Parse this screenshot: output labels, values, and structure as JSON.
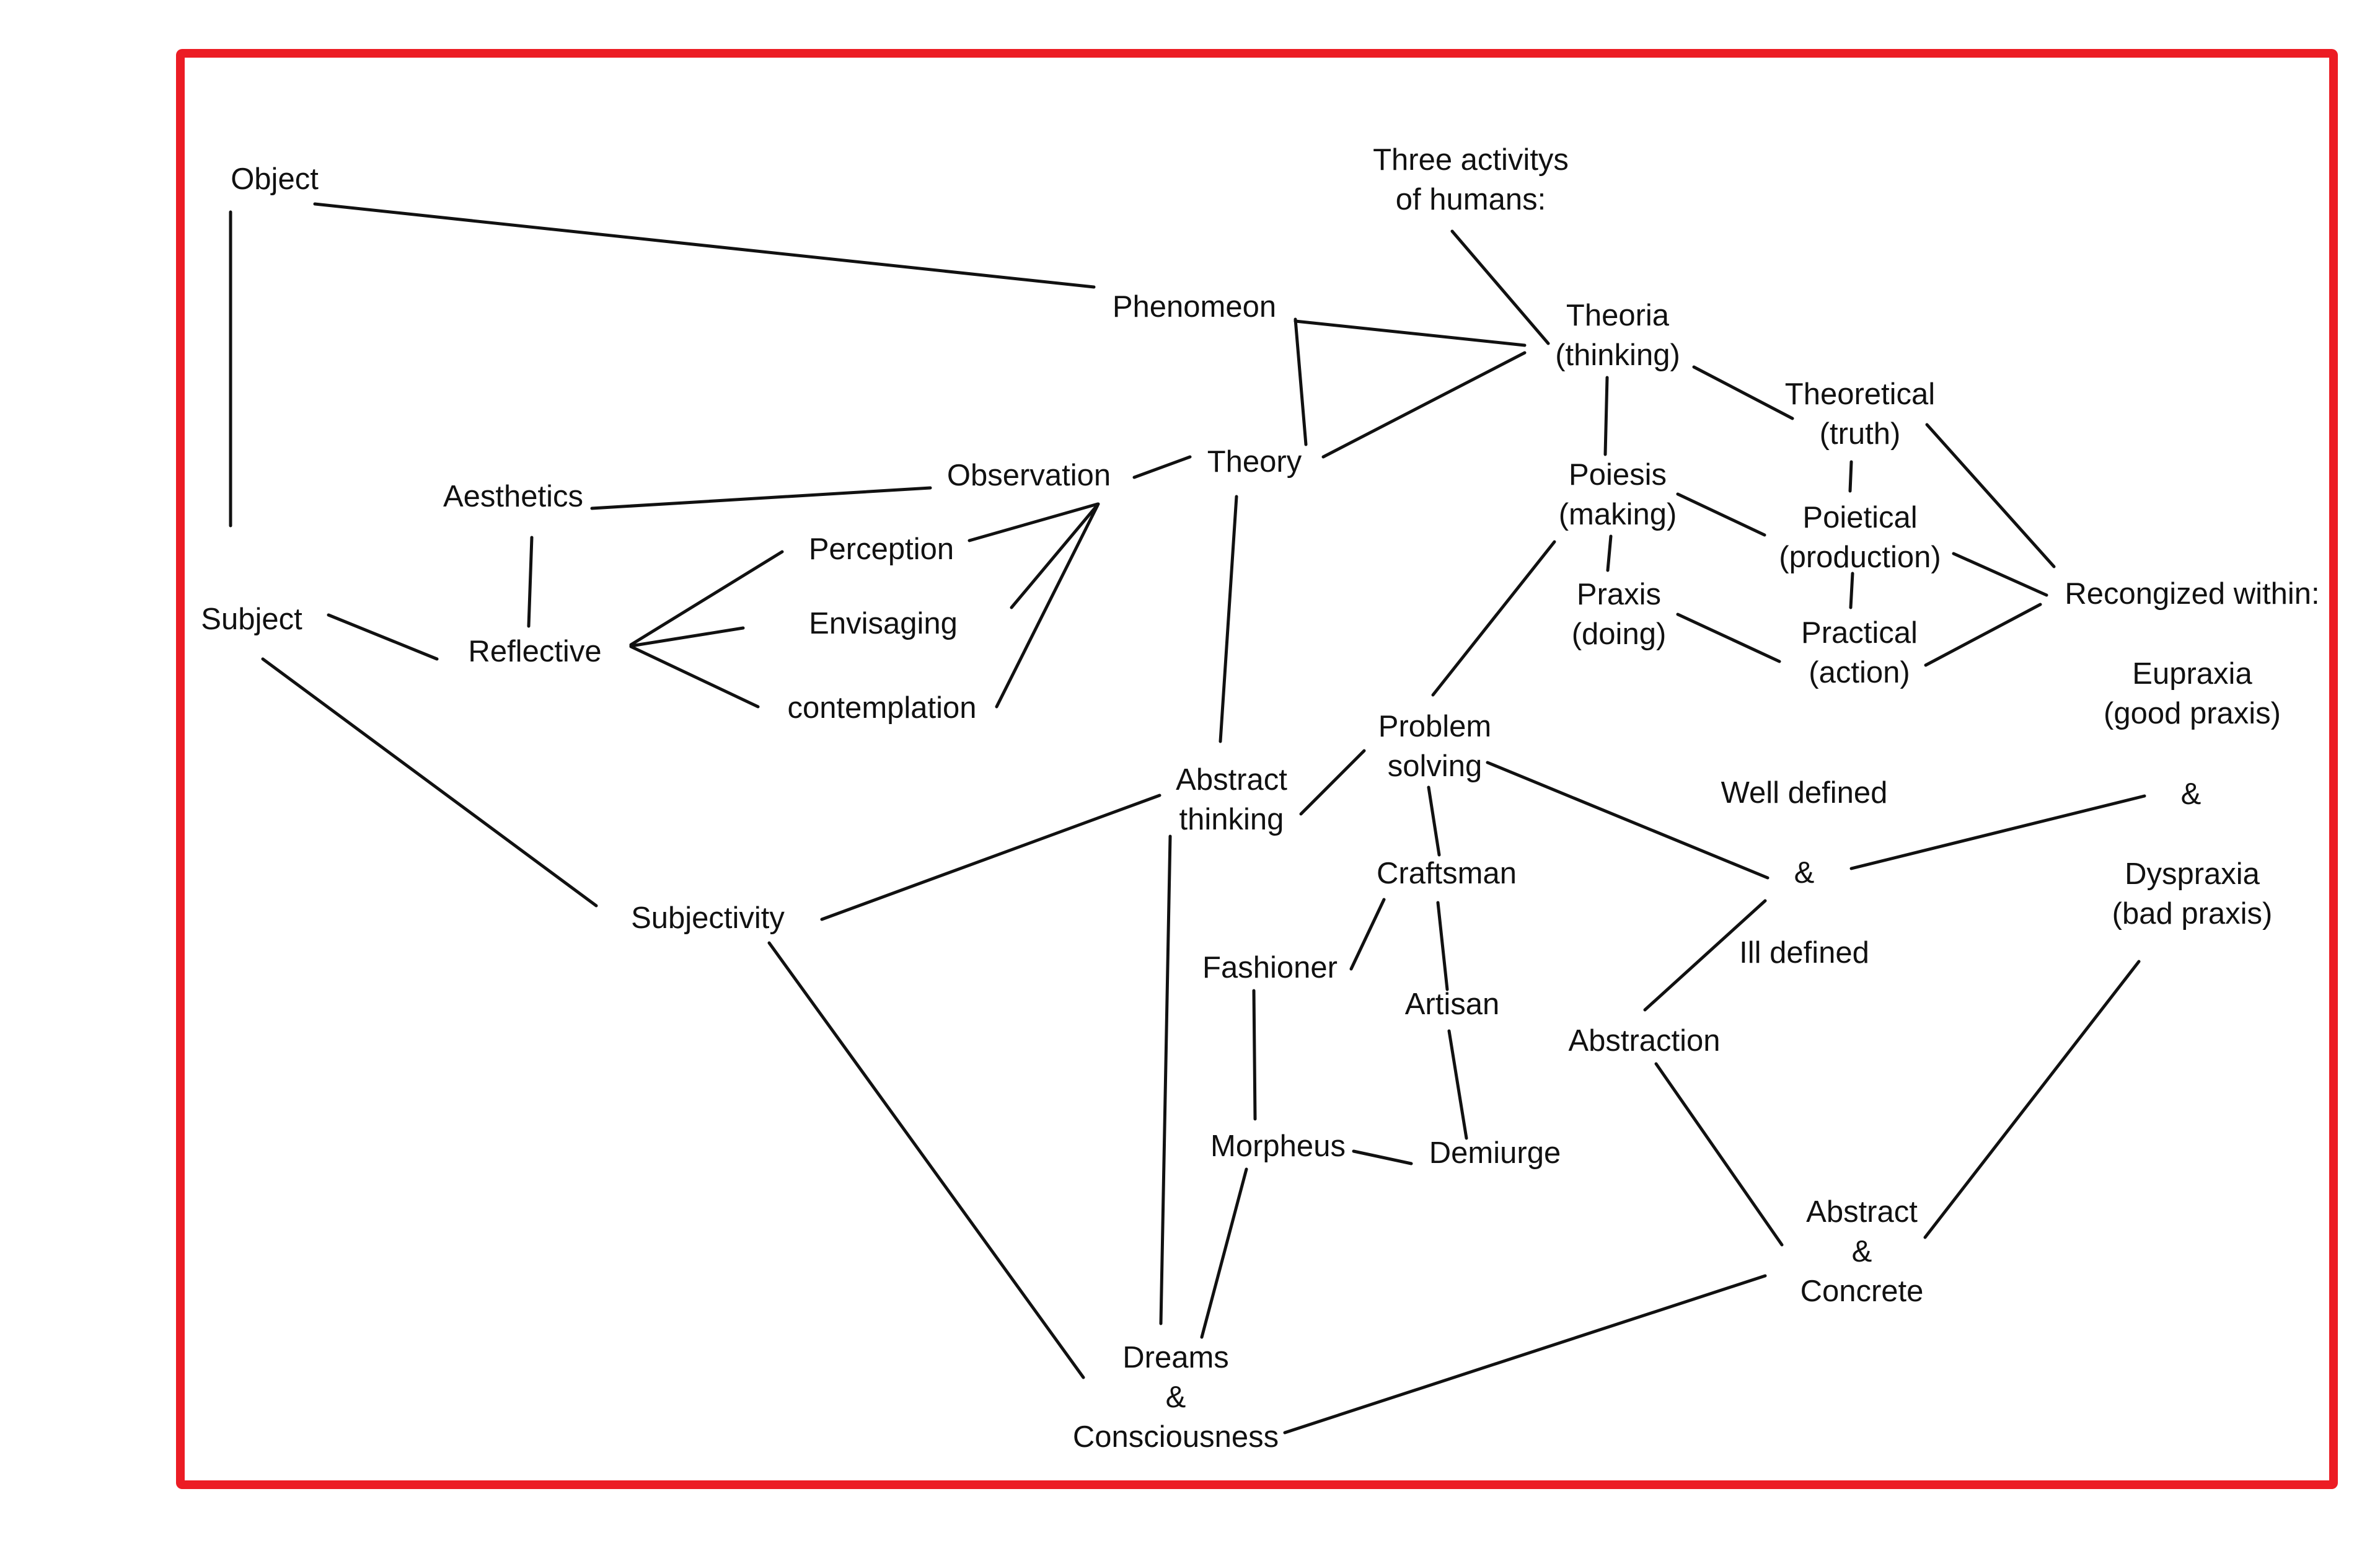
{
  "colors": {
    "frame": "#ec1c24",
    "ink": "#111111",
    "background": "#ffffff"
  },
  "nodes": {
    "object": [
      "Object"
    ],
    "phenomeon": [
      "Phenomeon"
    ],
    "three": [
      "Three activitys",
      "of humans:"
    ],
    "theoria": [
      "Theoria",
      "(thinking)"
    ],
    "theoretical": [
      "Theoretical",
      "(truth)"
    ],
    "theory": [
      "Theory"
    ],
    "observation": [
      "Observation"
    ],
    "aesthetics": [
      "Aesthetics"
    ],
    "subject": [
      "Subject"
    ],
    "reflective": [
      "Reflective"
    ],
    "perception": [
      "Perception"
    ],
    "envisaging": [
      "Envisaging"
    ],
    "contemplation": [
      "contemplation"
    ],
    "poiesis": [
      "Poiesis",
      "(making)"
    ],
    "poietical": [
      "Poietical",
      "(production)"
    ],
    "praxis": [
      "Praxis",
      "(doing)"
    ],
    "practical": [
      "Practical",
      "(action)"
    ],
    "recognized": [
      "Recongized within:"
    ],
    "eupraxia": [
      "Eupraxia",
      "(good praxis)"
    ],
    "problem": [
      "Problem",
      "solving"
    ],
    "abstract_thinking": [
      "Abstract",
      "thinking"
    ],
    "well_defined": [
      "Well defined"
    ],
    "amp_mid": [
      "&"
    ],
    "amp_right": [
      "&"
    ],
    "ill_defined": [
      "Ill defined"
    ],
    "dyspraxia": [
      "Dyspraxia",
      "(bad praxis)"
    ],
    "craftsman": [
      "Craftsman"
    ],
    "fashioner": [
      "Fashioner"
    ],
    "artisan": [
      "Artisan"
    ],
    "subjectivity": [
      "Subjectivity"
    ],
    "abstraction": [
      "Abstraction"
    ],
    "morpheus": [
      "Morpheus"
    ],
    "demiurge": [
      "Demiurge"
    ],
    "abstract_concrete": [
      "Abstract",
      "&",
      "Concrete"
    ],
    "dreams": [
      "Dreams",
      "&",
      "Consciousness"
    ]
  }
}
